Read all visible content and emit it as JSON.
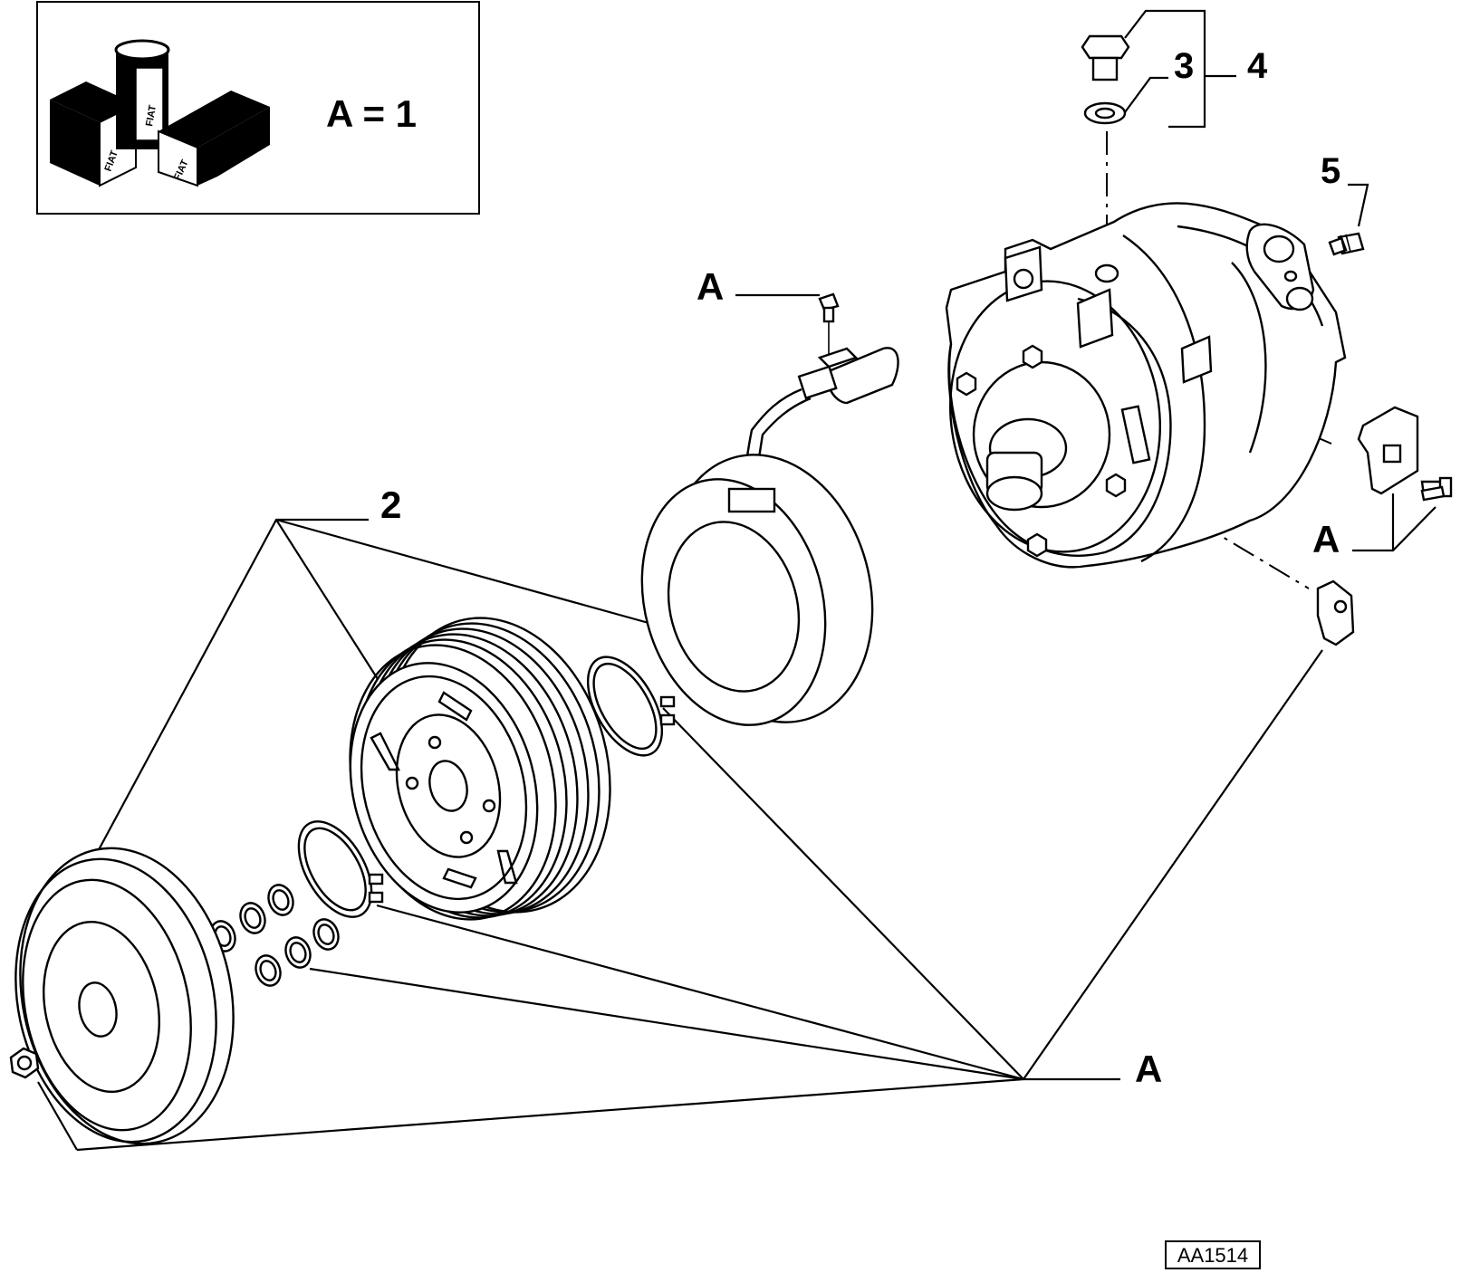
{
  "legend": {
    "equation": "A = 1",
    "kit_text": "FIAT"
  },
  "callouts": {
    "item_2": "2",
    "item_3": "3",
    "item_4": "4",
    "item_5": "5",
    "ref_a_connector": "A",
    "ref_a_bracket": "A",
    "ref_a_main": "A"
  },
  "drawing_code": "AA1514"
}
